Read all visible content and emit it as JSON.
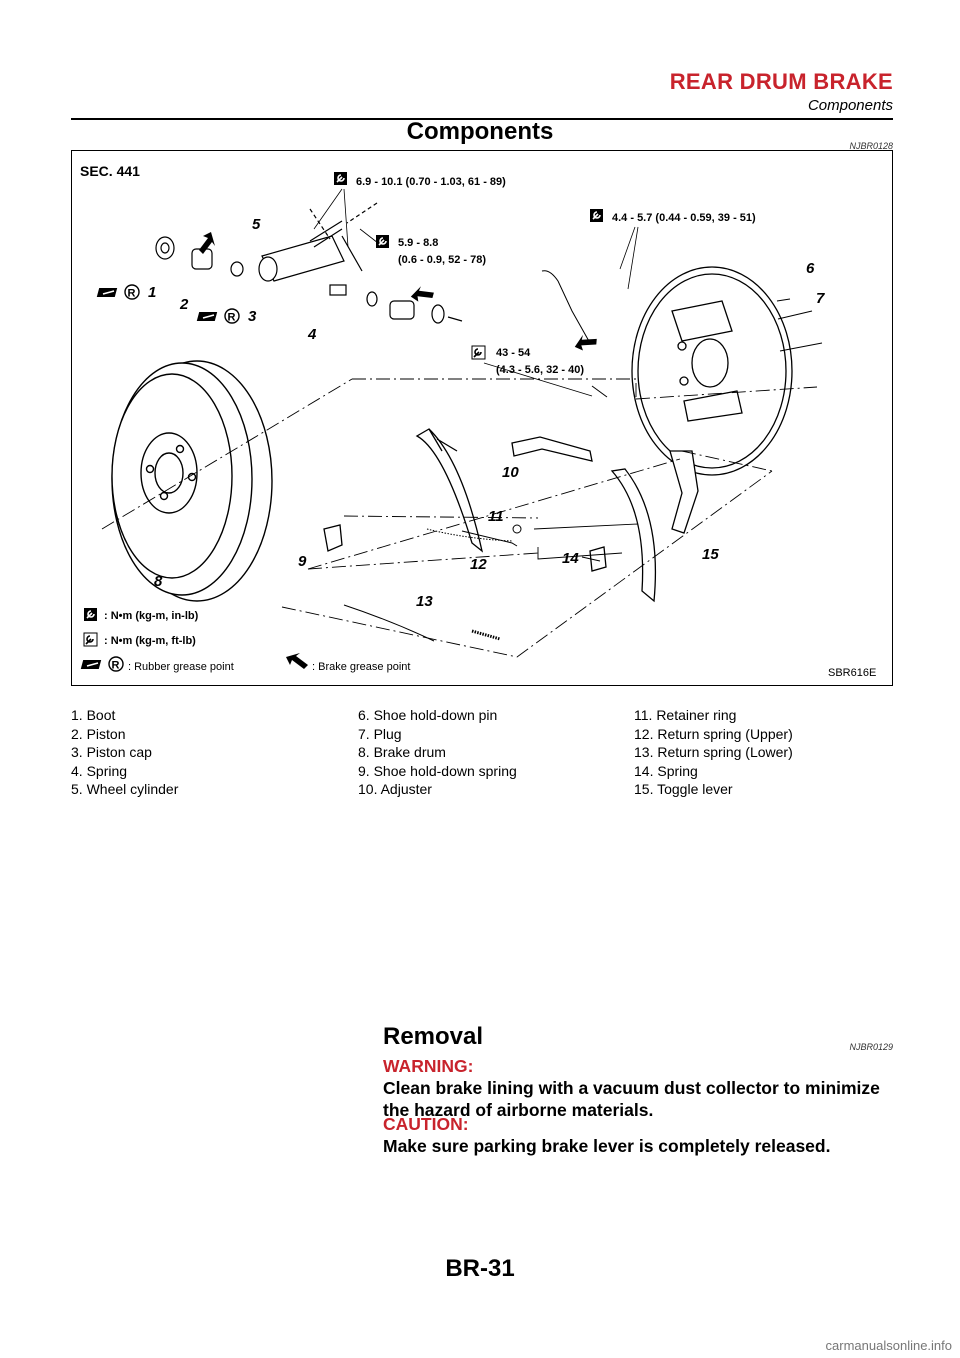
{
  "header": {
    "title": "REAR DRUM BRAKE",
    "subtitle": "Components"
  },
  "components": {
    "title": "Components",
    "code": "NJBR0128"
  },
  "figure": {
    "sec": "SEC. 441",
    "figure_id": "SBR616E",
    "torques": {
      "t1": "6.9 - 10.1 (0.70 - 1.03, 61 - 89)",
      "t2a": "5.9 - 8.8",
      "t2b": "(0.6 - 0.9, 52 - 78)",
      "t3": "4.4 - 5.7 (0.44 - 0.59, 39 - 51)",
      "t4a": "43 - 54",
      "t4b": "(4.3 - 5.6, 32 - 40)"
    },
    "callouts": [
      "1",
      "2",
      "3",
      "4",
      "5",
      "6",
      "7",
      "8",
      "9",
      "10",
      "11",
      "12",
      "13",
      "14",
      "15"
    ],
    "legend": {
      "nm_inlb": ": N•m (kg-m, in-lb)",
      "nm_ftlb": ": N•m (kg-m, ft-lb)",
      "rubber": ": Rubber grease point",
      "brake": ": Brake grease point"
    },
    "grease_mark": "R"
  },
  "parts": [
    [
      "1. Boot",
      "2. Piston",
      "3. Piston cap",
      "4. Spring",
      "5. Wheel cylinder"
    ],
    [
      "6. Shoe hold-down pin",
      "7. Plug",
      "8. Brake drum",
      "9. Shoe hold-down spring",
      "10. Adjuster"
    ],
    [
      "11. Retainer ring",
      "12. Return spring (Upper)",
      "13. Return spring (Lower)",
      "14. Spring",
      "15. Toggle lever"
    ]
  ],
  "removal": {
    "title": "Removal",
    "code": "NJBR0129",
    "warning_label": "WARNING:",
    "warning_text": "Clean brake lining with a vacuum dust collector to minimize the hazard of airborne materials.",
    "caution_label": "CAUTION:",
    "caution_text": "Make sure parking brake lever is completely released."
  },
  "footer": {
    "page": "BR-31",
    "watermark": "carmanualsonline.info"
  }
}
